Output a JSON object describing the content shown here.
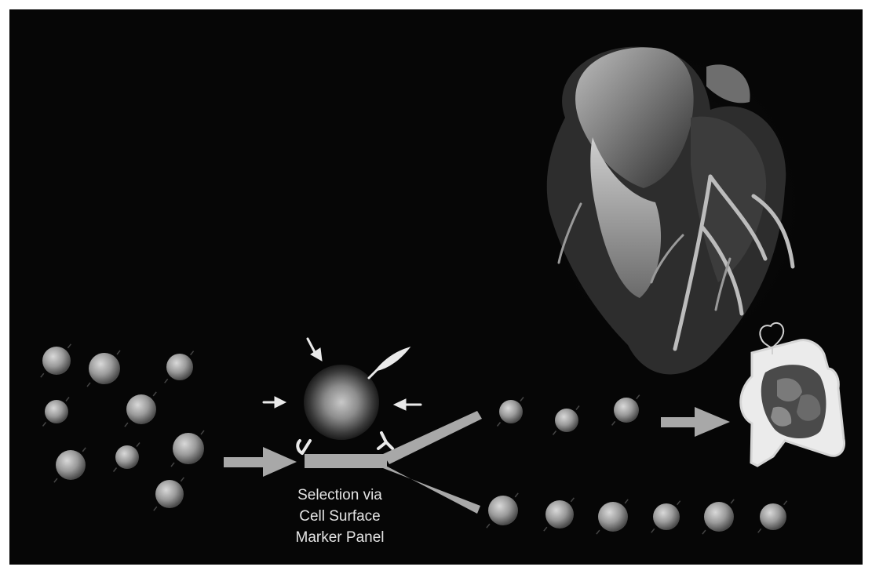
{
  "caption": {
    "line1": "Selection via",
    "line2": "Cell Surface",
    "line3": "Marker Panel"
  },
  "colors": {
    "background": "#050505",
    "border": "#ffffff",
    "cell_light": "#cfcfcf",
    "cell_dark": "#555555",
    "arrow": "#a8a8a8",
    "heart_outline": "#e6e6e6"
  },
  "icons": {
    "heart_image": "coronary-heart-angiogram",
    "heart_schematic": "heart-chambers-icon",
    "antibody": "antibody-y-icon"
  }
}
